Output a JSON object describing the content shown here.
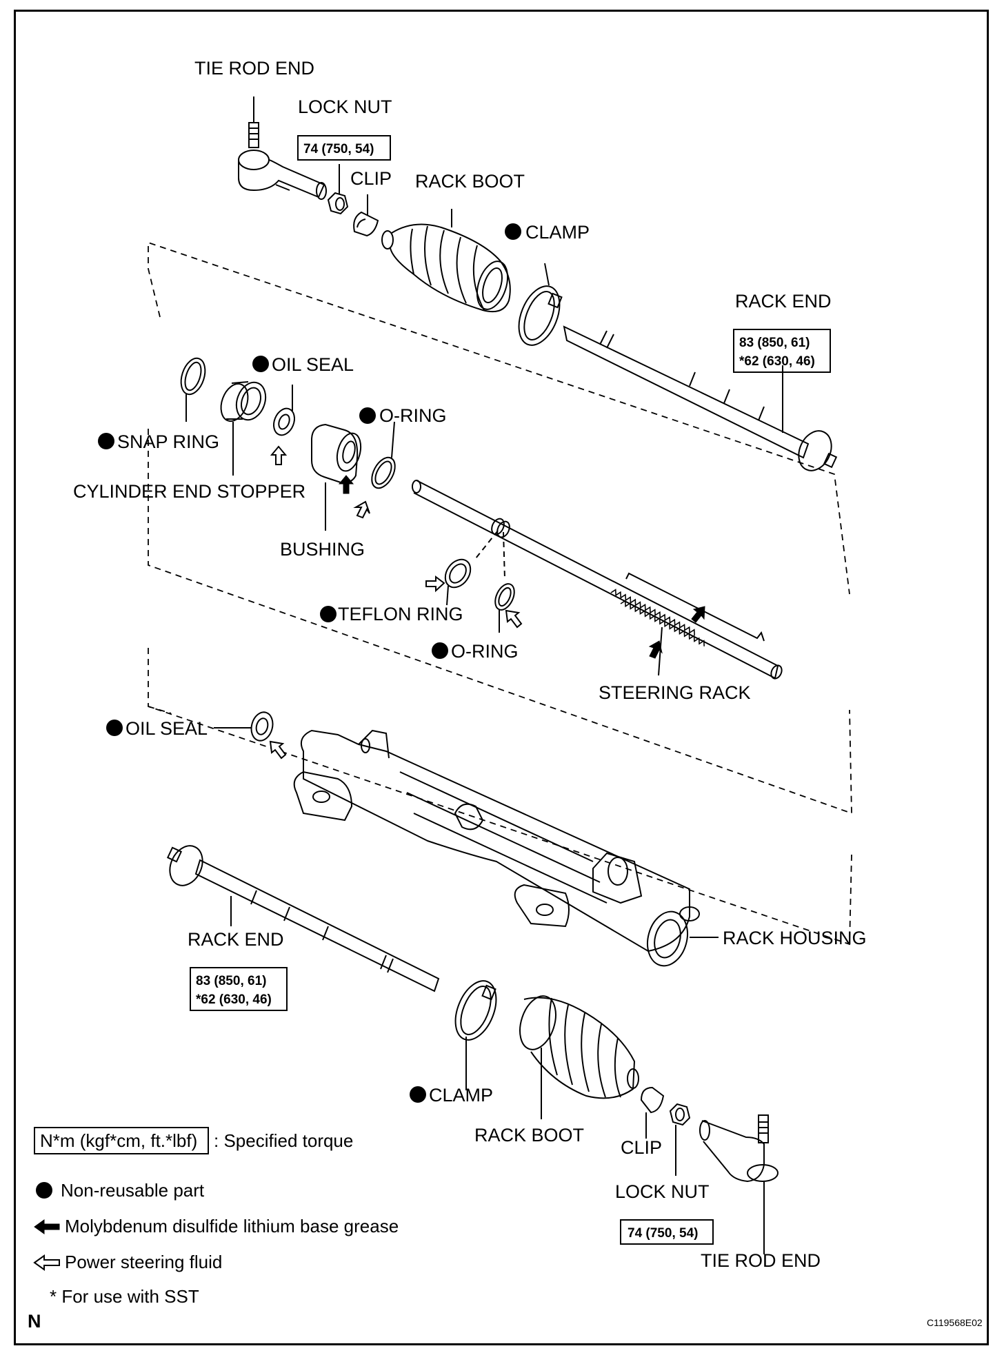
{
  "labels": {
    "tie_rod_end_top": "TIE ROD END",
    "lock_nut_top": "LOCK NUT",
    "clip_top": "CLIP",
    "rack_boot_top": "RACK BOOT",
    "clamp_top": "CLAMP",
    "rack_end_right": "RACK END",
    "oil_seal_upper": "OIL SEAL",
    "snap_ring": "SNAP RING",
    "o_ring_upper": "O-RING",
    "cylinder_end_stopper": "CYLINDER END STOPPER",
    "bushing": "BUSHING",
    "teflon_ring": "TEFLON RING",
    "o_ring_lower": "O-RING",
    "steering_rack": "STEERING RACK",
    "oil_seal_lower": "OIL SEAL",
    "rack_end_left": "RACK END",
    "rack_housing": "RACK HOUSING",
    "clamp_bottom": "CLAMP",
    "rack_boot_bottom": "RACK BOOT",
    "clip_bottom": "CLIP",
    "lock_nut_bottom": "LOCK NUT",
    "tie_rod_end_bottom": "TIE ROD END"
  },
  "torques": {
    "lock_nut_top": "74 (750, 54)",
    "rack_end_right_line1": "83 (850, 61)",
    "rack_end_right_line2": "*62 (630, 46)",
    "rack_end_left_line1": "83 (850, 61)",
    "rack_end_left_line2": "*62 (630, 46)",
    "lock_nut_bottom": "74 (750, 54)"
  },
  "legend": {
    "torque_box": "N*m (kgf*cm, ft.*lbf)",
    "torque_desc": ": Specified torque",
    "non_reusable": "Non-reusable part",
    "moly_grease": "Molybdenum disulfide lithium base grease",
    "ps_fluid": "Power steering fluid",
    "sst_note": "* For use with SST"
  },
  "corner": {
    "north": "N",
    "code": "C119568E02"
  },
  "colors": {
    "ink": "#000000",
    "paper": "#ffffff"
  }
}
